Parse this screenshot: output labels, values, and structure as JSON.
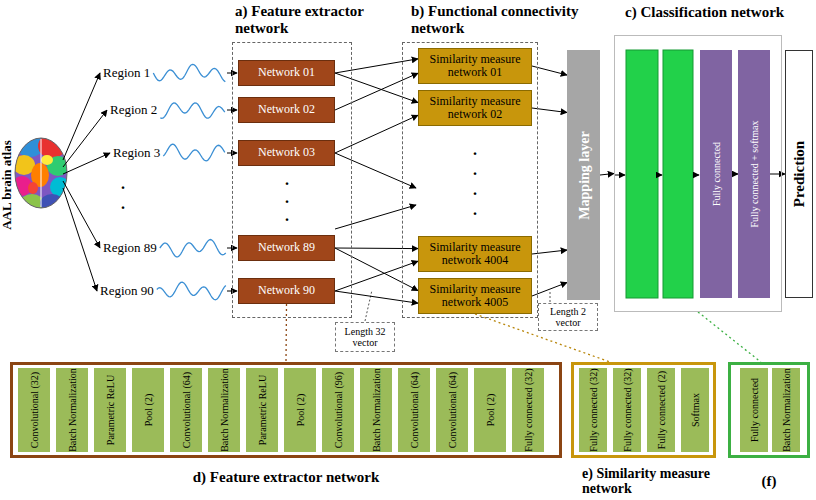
{
  "diagram": {
    "nodes": [
      {
        "text": [
          "a) Feature extractor network"
        ]
      },
      {
        "text": [
          "Network 01"
        ],
        "in": 0
      },
      {
        "text": [
          "Network 02"
        ],
        "in": 0
      },
      {
        "text": [
          "Network 03"
        ],
        "in": 0
      },
      {
        "text": [
          "Network 89"
        ],
        "in": 0
      },
      {
        "text": [
          "Network 90"
        ],
        "in": 0
      },
      {
        "text": [
          "b) Functional connectivity network"
        ]
      },
      {
        "text": [
          "Similarity measure network 01"
        ],
        "in": 6
      },
      {
        "text": [
          "Similarity measure network 02"
        ],
        "in": 6
      },
      {
        "text": [
          "Similarity measure network 4004"
        ],
        "in": 6
      },
      {
        "text": [
          "Similarity measure network 4005"
        ],
        "in": 6
      },
      {
        "text": [
          "Mapping layer"
        ]
      },
      {
        "text": [
          "c) Classification network"
        ]
      },
      {
        "text": [
          "Fully connected"
        ],
        "in": 12
      },
      {
        "text": [
          "Fully connected + softmax"
        ],
        "in": 12
      },
      {
        "text": [
          "Prediction"
        ]
      },
      {
        "text": [
          "Length 32 vector"
        ]
      },
      {
        "text": [
          "Length 2 vector"
        ]
      },
      {
        "text": [
          "d) Feature extractor network"
        ]
      },
      {
        "text": [
          "Convolutional (32)"
        ],
        "in": 18
      },
      {
        "text": [
          "Batch Normalization"
        ],
        "in": 18
      },
      {
        "text": [
          "Parametric ReLU"
        ],
        "in": 18
      },
      {
        "text": [
          "Pool (2)"
        ],
        "in": 18
      },
      {
        "text": [
          "Convolutional (64)"
        ],
        "in": 18
      },
      {
        "text": [
          "Batch Normalization"
        ],
        "in": 18
      },
      {
        "text": [
          "Parametric ReLU"
        ],
        "in": 18
      },
      {
        "text": [
          "Pool (2)"
        ],
        "in": 18
      },
      {
        "text": [
          "Convolutional (96)"
        ],
        "in": 18
      },
      {
        "text": [
          "Batch Normalization"
        ],
        "in": 18
      },
      {
        "text": [
          "Convolutional (64)"
        ],
        "in": 18
      },
      {
        "text": [
          "Convolutional (64)"
        ],
        "in": 18
      },
      {
        "text": [
          "Pool (2)"
        ],
        "in": 18
      },
      {
        "text": [
          "Fully connected (32)"
        ],
        "in": 18
      },
      {
        "text": [
          "e) Similarity measure network"
        ]
      },
      {
        "text": [
          "Fully connected (32)"
        ],
        "in": 33
      },
      {
        "text": [
          "Fully connected (32)"
        ],
        "in": 33
      },
      {
        "text": [
          "Fully connected (2)"
        ],
        "in": 33
      },
      {
        "text": [
          "Softmax"
        ],
        "in": 33
      },
      {
        "text": [
          "(f)"
        ]
      },
      {
        "text": [
          "Fully connected"
        ],
        "in": 38
      },
      {
        "text": [
          "Batch Normalization"
        ],
        "in": 38
      }
    ],
    "edges": [
      {
        "from": 1,
        "to": 7,
        "arrow": "to"
      },
      {
        "from": 1,
        "to": 8,
        "arrow": "to"
      },
      {
        "from": 2,
        "to": 7,
        "arrow": "to"
      },
      {
        "from": 3,
        "to": 8,
        "arrow": "to"
      },
      {
        "from": 4,
        "to": 9,
        "arrow": "to"
      },
      {
        "from": 4,
        "to": 10,
        "arrow": "to"
      },
      {
        "from": 5,
        "to": 9,
        "arrow": "to"
      },
      {
        "from": 5,
        "to": 10,
        "arrow": "to"
      },
      {
        "from": 7,
        "to": 11,
        "arrow": "to"
      },
      {
        "from": 8,
        "to": 11,
        "arrow": "to"
      },
      {
        "from": 9,
        "to": 11,
        "arrow": "to"
      },
      {
        "from": 10,
        "to": 11,
        "arrow": "to"
      },
      {
        "from": 11,
        "to": 12,
        "arrow": "to"
      },
      {
        "from": 13,
        "to": 14,
        "arrow": "to"
      },
      {
        "from": 14,
        "to": 15,
        "arrow": "to"
      },
      {
        "from": 5,
        "to": 18,
        "arrow": "none"
      },
      {
        "from": 10,
        "to": 33,
        "arrow": "none"
      },
      {
        "from": 12,
        "to": 38,
        "arrow": "none"
      }
    ],
    "labels": [
      "AAL brain atlas",
      "Region 1",
      "Region 2",
      "Region 3",
      ".",
      ".",
      "Region 89",
      "Region 90",
      ".",
      ".",
      ".",
      ".",
      ".",
      ".",
      "."
    ]
  }
}
